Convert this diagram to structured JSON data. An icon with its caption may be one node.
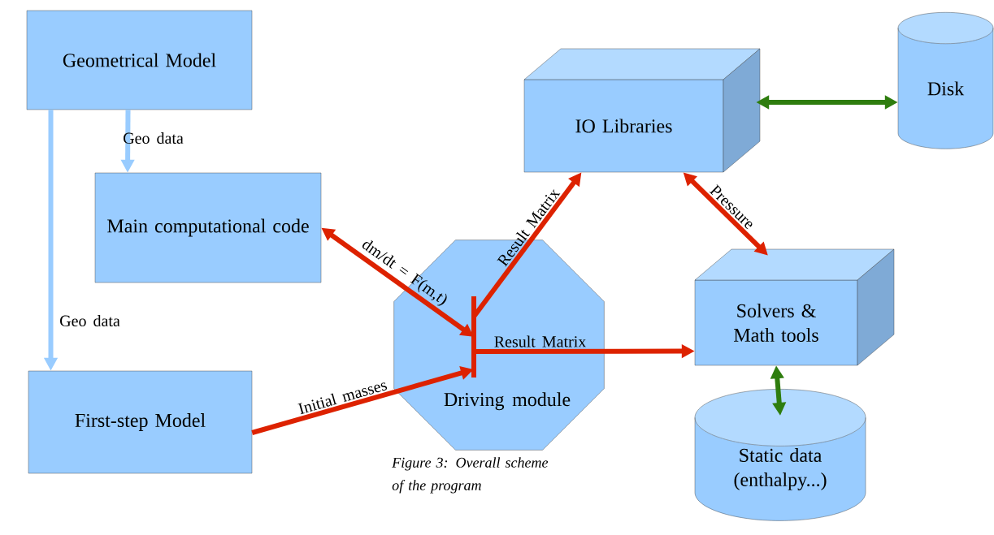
{
  "diagram": {
    "caption": "Figure 3: Overall scheme of the program",
    "nodes": [
      {
        "text": [
          "Geometrical Model"
        ]
      },
      {
        "text": [
          "Main computational code"
        ]
      },
      {
        "text": [
          "First-step Model"
        ]
      },
      {
        "text": [
          "IO Libraries"
        ]
      },
      {
        "text": [
          "Disk"
        ]
      },
      {
        "text": [
          "Driving module"
        ]
      },
      {
        "text": [
          "Solvers & Math tools"
        ]
      },
      {
        "text": [
          "Static data (enthalpy...)"
        ]
      }
    ],
    "edges": [
      {
        "from": 0,
        "to": 1,
        "arrow": "to",
        "label": "Geo data",
        "color": "#99ccff"
      },
      {
        "from": 0,
        "to": 2,
        "arrow": "to",
        "label": "Geo data",
        "color": "#99ccff"
      },
      {
        "from": 1,
        "to": 5,
        "arrow": "both",
        "label": "dm/dt = F(m,t)"
      },
      {
        "from": 2,
        "to": 5,
        "arrow": "to",
        "label": "Initial masses"
      },
      {
        "from": 5,
        "to": 3,
        "arrow": "to",
        "label": "Result Matrix"
      },
      {
        "from": 5,
        "to": 6,
        "arrow": "to",
        "label": "Result Matrix"
      },
      {
        "from": 3,
        "to": 6,
        "arrow": "both",
        "label": "Pressure"
      },
      {
        "from": 3,
        "to": 4,
        "arrow": "both",
        "color": "#2e7d0e"
      },
      {
        "from": 6,
        "to": 7,
        "arrow": "both",
        "color": "#2e7d0e"
      }
    ]
  }
}
